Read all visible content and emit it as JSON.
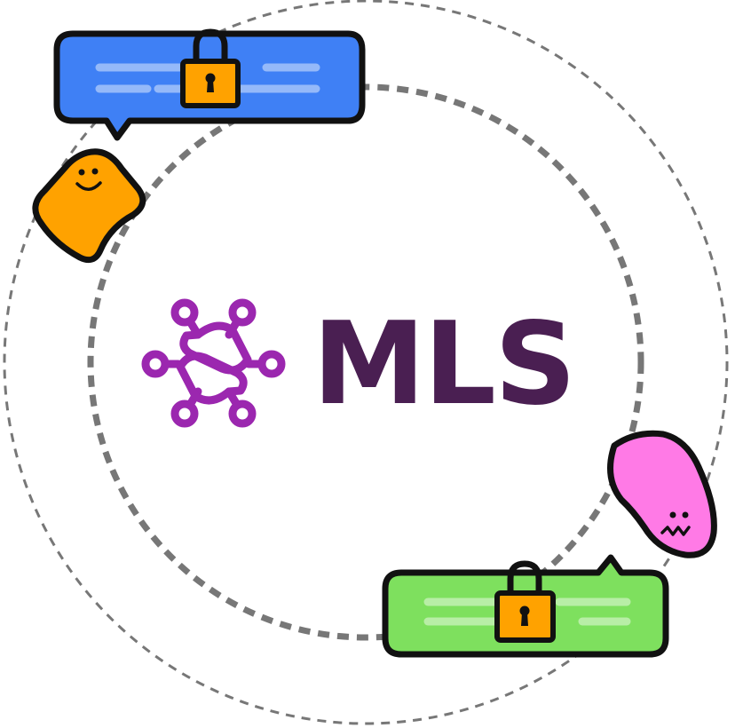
{
  "logo": {
    "wordmark": "MLS",
    "wordmark_color": "#4a1f52",
    "icon": "network-hexagon-icon",
    "icon_color": "#9b27af"
  },
  "chat_bubbles": [
    {
      "name": "blue-message-bubble",
      "color": "#3f80f5",
      "icon": "padlock-icon"
    },
    {
      "name": "green-message-bubble",
      "color": "#7ee05e",
      "icon": "padlock-icon"
    }
  ],
  "characters": [
    {
      "name": "orange-smiling-character",
      "color": "#ffa200",
      "expression": "smile"
    },
    {
      "name": "pink-grimacing-character",
      "color": "#ff7ae6",
      "expression": "grimace"
    }
  ],
  "colors": {
    "outline": "#111111",
    "lock_body": "#ffa200",
    "orbit_dash": "#777777",
    "bubble_line": "#ffffff"
  }
}
